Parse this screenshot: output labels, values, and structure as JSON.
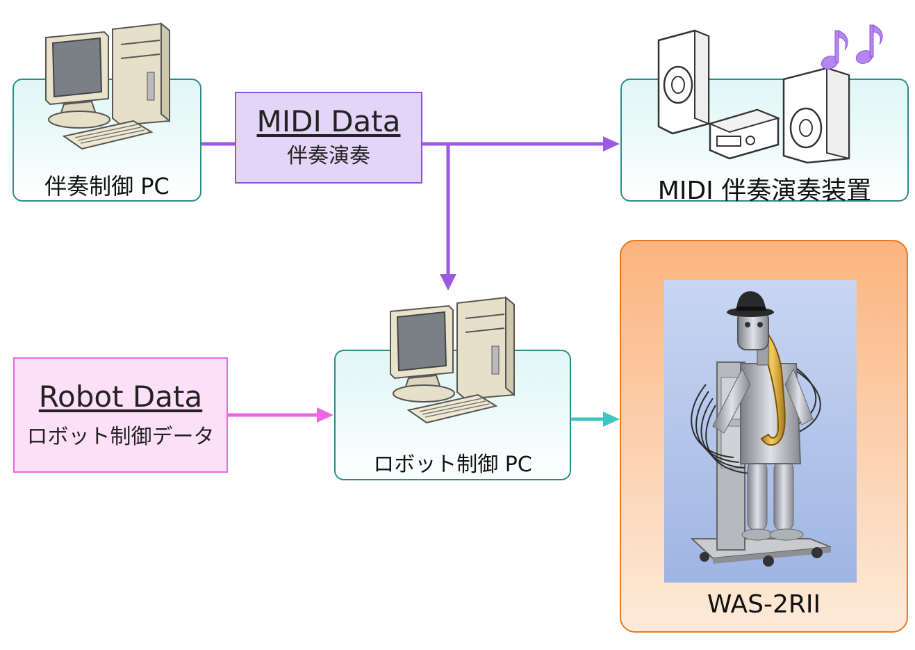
{
  "nodes": {
    "accompaniment_pc": {
      "label": "伴奏制御 PC"
    },
    "midi_device": {
      "label": "MIDI 伴奏演奏装置"
    },
    "robot_pc": {
      "label": "ロボット制御 PC"
    },
    "robot": {
      "label": "WAS-2RII"
    }
  },
  "data_boxes": {
    "midi": {
      "title": "MIDI Data",
      "subtitle": "伴奏演奏"
    },
    "robot": {
      "title": "Robot Data",
      "subtitle": "ロボット制御データ"
    }
  },
  "icons": {
    "pc": "desktop-computer-icon",
    "speakers": "speaker-system-icon",
    "notes": "music-notes-icon",
    "robot_photo": "saxophone-robot-photo"
  },
  "colors": {
    "teal_border": "#2e8b86",
    "midi_box_fill": "#e3d5f7",
    "midi_box_border": "#8f52d6",
    "midi_arrow": "#9a5ae3",
    "robot_box_fill": "#fde0f8",
    "robot_box_border": "#ea6bd8",
    "robot_arrow": "#f067e6",
    "output_arrow": "#3fc7c2",
    "robot_frame_border": "#e9781e",
    "music_notes": "#b387ef"
  }
}
